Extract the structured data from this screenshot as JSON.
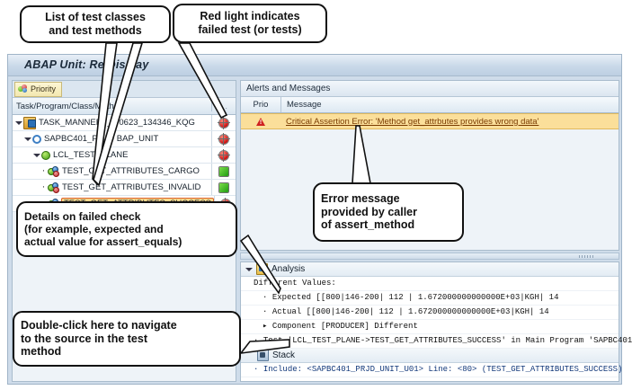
{
  "app": {
    "title": "ABAP Unit: Re    Display",
    "toolbar": {
      "priority_label": "Priority",
      "priority_icon": "priority-balls-icon"
    }
  },
  "tree": {
    "column_header": "Task/Program/Class/Meth",
    "status_column_header": "...",
    "rows": [
      {
        "label": "TASK_MANNERT_2       0623_134346_KQG",
        "icon": "task-icon",
        "indent": 0,
        "twisty": "down",
        "status": "red-led",
        "selected": false
      },
      {
        "label": "SAPBC401_PRJD   BAP_UNIT",
        "icon": "program-icon",
        "indent": 1,
        "twisty": "down",
        "status": "red-led",
        "selected": false
      },
      {
        "label": "LCL_TEST_PLANE",
        "icon": "class-icon",
        "indent": 2,
        "twisty": "down",
        "status": "red-led",
        "selected": false
      },
      {
        "label": "TEST_GET_ATTRIBUTES_CARGO",
        "icon": "method-icon",
        "indent": 3,
        "twisty": "bullet",
        "status": "green-led",
        "selected": false
      },
      {
        "label": "TEST_GET_ATTRIBUTES_INVALID",
        "icon": "method-icon",
        "indent": 3,
        "twisty": "bullet",
        "status": "green-led",
        "selected": false
      },
      {
        "label": "TEST_GET_ATTRIBUTES_SUCCESS",
        "icon": "method-icon",
        "indent": 3,
        "twisty": "bullet",
        "status": "red-led",
        "selected": true
      }
    ]
  },
  "alerts": {
    "caption": "Alerts and Messages",
    "columns": {
      "prio": "Prio",
      "message": "Message"
    },
    "rows": [
      {
        "prio_icon": "warning-triangle-icon",
        "message": "Critical Assertion Error: 'Method get_attrbutes provides wrong data'"
      }
    ]
  },
  "analysis": {
    "caption": "Analysis",
    "lines": [
      {
        "marker": "none",
        "text": "Different Values:",
        "indent": 0,
        "style": "plain"
      },
      {
        "marker": "bullet",
        "text": "Expected  [[800|146-200|        112 | 1.672000000000000E+03|KGH|            14",
        "indent": 1,
        "style": "plain"
      },
      {
        "marker": "bullet",
        "text": "Actual    [[800|146-200|        112 | 1.672000000000000E+03|KGH|            14",
        "indent": 1,
        "style": "plain"
      },
      {
        "marker": "tri",
        "text": "Component [PRODUCER] Different",
        "indent": 1,
        "style": "plain"
      },
      {
        "marker": "bullet",
        "text": "Test 'LCL_TEST_PLANE->TEST_GET_ATTRIBUTES_SUCCESS' in Main Program 'SAPBC401",
        "indent": 0,
        "style": "plain"
      }
    ]
  },
  "stack": {
    "caption": "Stack",
    "lines": [
      {
        "marker": "bullet",
        "text": "Include: <SAPBC401_PRJD_UNIT_U01> Line: <80> (TEST_GET_ATTRIBUTES_SUCCESS)",
        "style": "blue"
      }
    ]
  },
  "callouts": [
    {
      "id": "c1",
      "lines": [
        "List of test classes",
        "and test methods"
      ],
      "align": "center"
    },
    {
      "id": "c2",
      "lines": [
        "Red light indicates",
        "failed test (or tests)"
      ],
      "align": "center"
    },
    {
      "id": "c3",
      "lines": [
        "Details on failed check",
        "(for example, expected and",
        "actual value for assert_equals)"
      ],
      "align": "left"
    },
    {
      "id": "c4",
      "lines": [
        "Error message",
        "provided by caller",
        "of assert_method"
      ],
      "align": "left"
    },
    {
      "id": "c5",
      "lines": [
        "Double-click here to navigate",
        "to the source in the test",
        "method"
      ],
      "align": "left"
    }
  ],
  "colors": {
    "app_bg": "#cfdcea",
    "led_red": "#cc1111",
    "led_green": "#1f9b10",
    "alert_row_bg": "#fbdf9a",
    "selection_bg": "#fbd98b",
    "selection_border": "#d8622c"
  }
}
